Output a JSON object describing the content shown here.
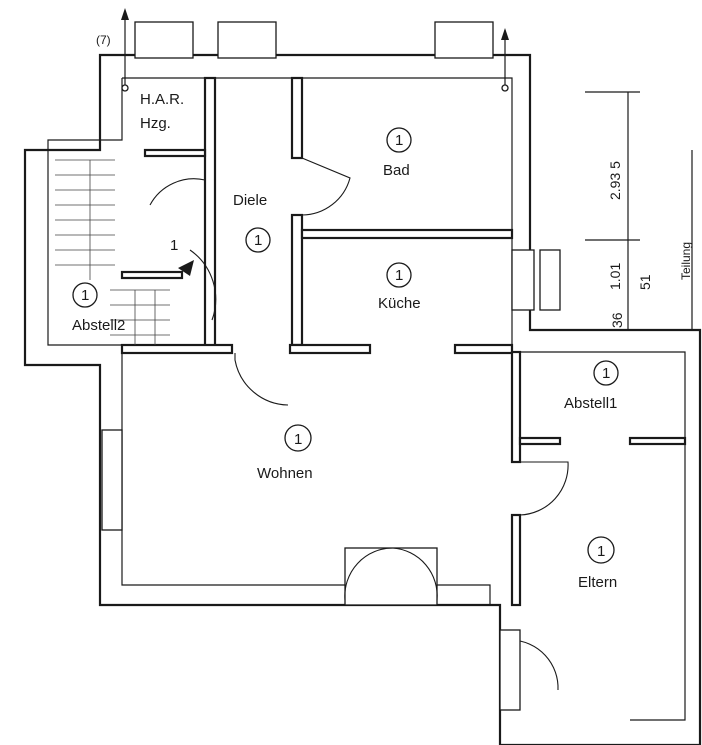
{
  "rooms": {
    "har": {
      "line1": "H.A.R.",
      "line2": "Hzg."
    },
    "bad": {
      "badge": "1",
      "label": "Bad"
    },
    "diele": {
      "badge": "1",
      "label": "Diele"
    },
    "kueche": {
      "badge": "1",
      "label": "Küche"
    },
    "abstell2": {
      "badge": "1",
      "label": "Abstell2"
    },
    "abstell1": {
      "badge": "1",
      "label": "Abstell1"
    },
    "wohnen": {
      "badge": "1",
      "label": "Wohnen"
    },
    "eltern": {
      "badge": "1",
      "label": "Eltern"
    }
  },
  "marks": {
    "entry_number": "1",
    "top_marker": "(7)",
    "teilung": "Teilung"
  },
  "dimensions": {
    "d1": "2.93 5",
    "d2": "1.01",
    "d3": "51",
    "d4": "36"
  }
}
